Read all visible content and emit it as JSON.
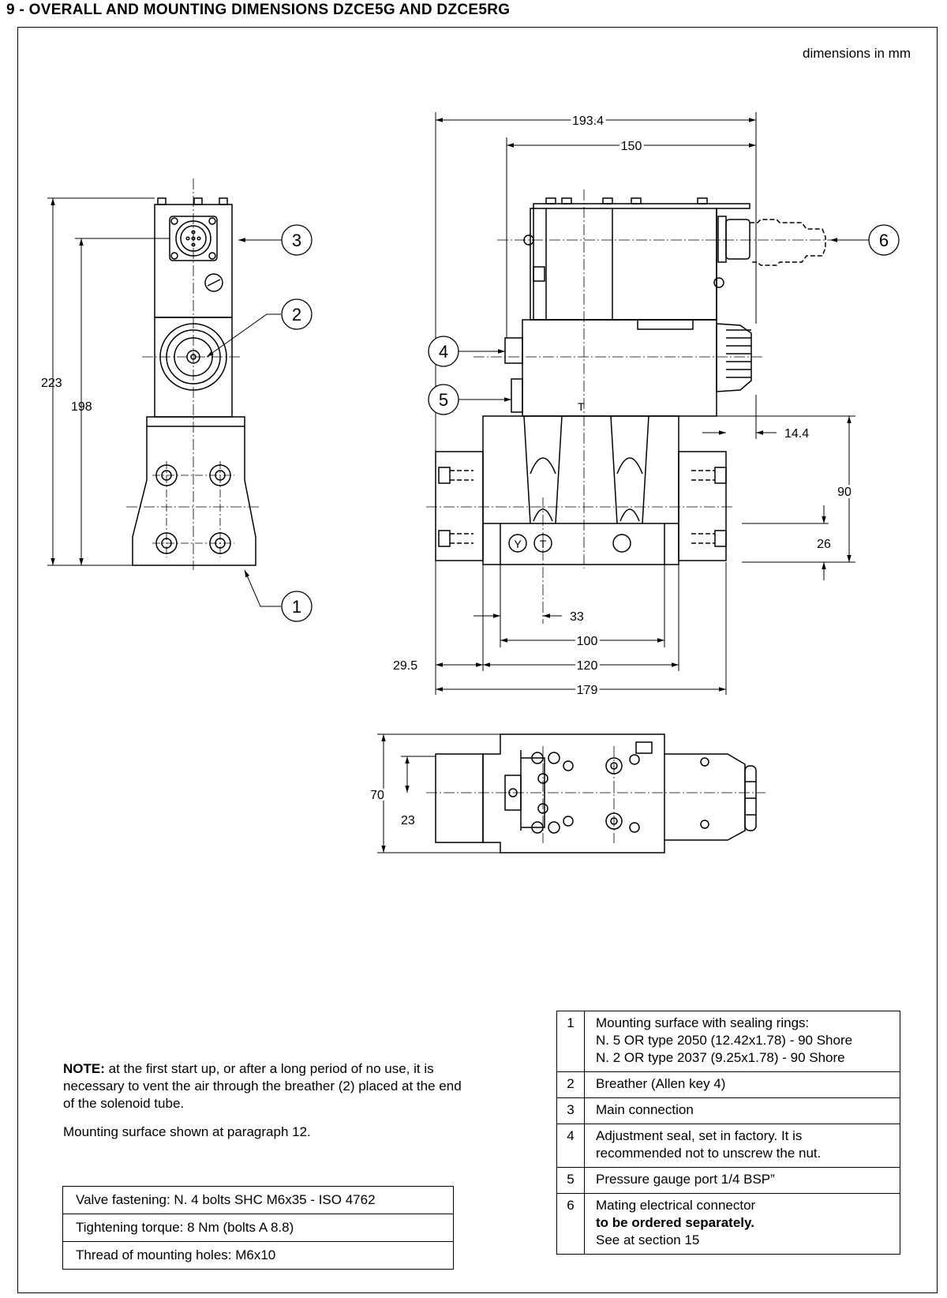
{
  "title": "9 - OVERALL AND MOUNTING DIMENSIONS DZCE5G AND DZCE5RG",
  "units_note": "dimensions in mm",
  "dimensions": {
    "d_223": "223",
    "d_198": "198",
    "d_193_4": "193.4",
    "d_150": "150",
    "d_14_4": "14.4",
    "d_90": "90",
    "d_26": "26",
    "d_33": "33",
    "d_100": "100",
    "d_29_5": "29.5",
    "d_120": "120",
    "d_179": "179",
    "d_70": "70",
    "d_23": "23"
  },
  "callouts": [
    "1",
    "2",
    "3",
    "4",
    "5",
    "6"
  ],
  "port_labels": {
    "y": "Y",
    "t": "T",
    "t_top": "T"
  },
  "note": {
    "label": "NOTE:",
    "text": " at the first start up, or after a long period of no use, it is necessary to vent the air through the breather (2)  placed at the end of the solenoid tube.",
    "mounting": "Mounting surface shown at paragraph 12."
  },
  "fastening": [
    "Valve fastening: N. 4 bolts SHC M6x35 - ISO 4762",
    "Tightening torque:   8 Nm (bolts A 8.8)",
    "Thread of mounting holes: M6x10"
  ],
  "legend": [
    {
      "num": "1",
      "lines": [
        "Mounting surface with sealing rings:",
        "N. 5 OR type 2050 (12.42x1.78) - 90 Shore",
        "N. 2 OR type 2037 (9.25x1.78) - 90 Shore"
      ]
    },
    {
      "num": "2",
      "lines": [
        "Breather (Allen key 4)"
      ]
    },
    {
      "num": "3",
      "lines": [
        "Main connection"
      ]
    },
    {
      "num": "4",
      "lines": [
        "Adjustment seal, set in factory. It is",
        "recommended not to unscrew the nut."
      ]
    },
    {
      "num": "5",
      "lines": [
        "Pressure gauge port 1/4 BSP”"
      ]
    },
    {
      "num": "6",
      "lines": [
        "Mating electrical connector"
      ],
      "bold": "to be ordered separately.",
      "extra": "See at section 15"
    }
  ]
}
